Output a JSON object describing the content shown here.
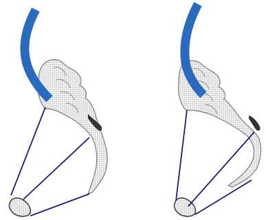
{
  "colors": {
    "background": "#ffffff",
    "catheter": "#2a6bbf",
    "catheter_dark": "#1e5aa8",
    "lines": "#1f1a7a",
    "bone_outline": "#7a7a7a",
    "bone_fill": "#f2f2f2",
    "bone_dark": "#333333"
  },
  "figures": [
    {
      "name": "left-panel",
      "line_count": 3
    },
    {
      "name": "right-panel",
      "line_count": 3
    }
  ]
}
